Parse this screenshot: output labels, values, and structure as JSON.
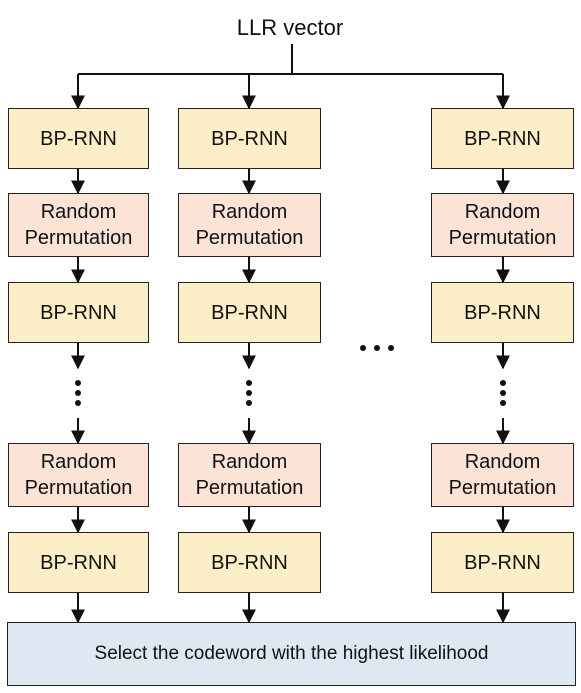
{
  "input_label": "LLR vector",
  "bp_label": "BP-RNN",
  "perm_label_line1": "Random",
  "perm_label_line2": "Permutation",
  "output_label": "Select the codeword with the highest likelihood",
  "colors": {
    "bp_fill": "#fcefc7",
    "perm_fill": "#fbe3d6",
    "select_fill": "#dde8f3",
    "stroke": "#222222"
  }
}
